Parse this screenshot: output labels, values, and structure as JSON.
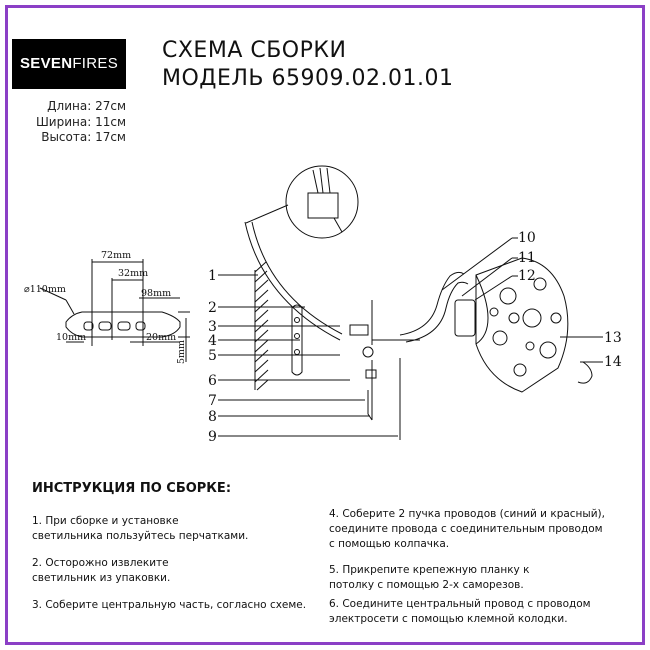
{
  "brand": {
    "part1": "SEVEN",
    "part2": "FIRES"
  },
  "header": {
    "title_line1": "СХЕМА СБОРКИ",
    "title_line2": "МОДЕЛЬ 65909.02.01.01"
  },
  "dimensions": {
    "length": "Длина: 27см",
    "width": "Ширина: 11см",
    "height": "Высота: 17см"
  },
  "drawing": {
    "mount_dims": [
      "72mm",
      "32mm",
      "98mm",
      "⌀110mm",
      "10mm",
      "20mm",
      "5mm"
    ],
    "callouts": [
      "1",
      "2",
      "3",
      "4",
      "5",
      "6",
      "7",
      "8",
      "9",
      "10",
      "11",
      "12",
      "13",
      "14"
    ]
  },
  "instructions": {
    "heading": "ИНСТРУКЦИЯ ПО СБОРКЕ:",
    "step1": "1. При сборке и установке\nсветильника пользуйтесь перчатками.",
    "step2": "2. Осторожно извлеките\nсветильник из упаковки.",
    "step3": "3. Соберите центральную часть, согласно схеме.",
    "step4": "4. Соберите 2 пучка проводов (синий и красный),\nсоедините провода с соединительным проводом\nс помощью колпачка.",
    "step5": "5. Прикрепите крепежную планку к\nпотолку с помощью 2-х саморезов.",
    "step6": "6. Соедините центральный провод с проводом\nэлектросети с помощью клемной колодки."
  },
  "colors": {
    "frame": "#8b3fc6",
    "logo_bg": "#000000",
    "ink": "#111111"
  }
}
